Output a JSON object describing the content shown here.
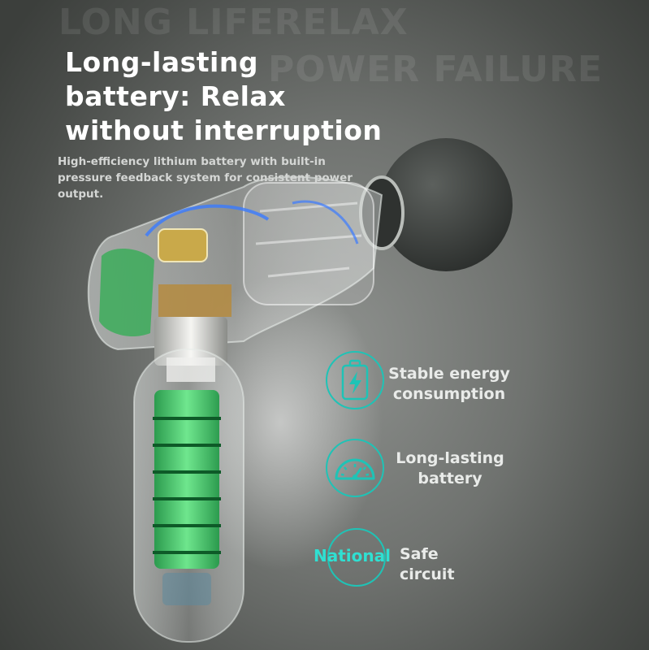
{
  "background_text": {
    "line1": "LONG LIFERELAX",
    "line2": "POWER FAILURE"
  },
  "headline": {
    "line1": "Long-lasting",
    "line2": "battery: Relax",
    "line3": "without interruption"
  },
  "subtext": "High-efficiency lithium battery with built-in pressure feedback system for consistent power output.",
  "features": [
    {
      "icon": "battery-charging-icon",
      "line1": "Stable energy",
      "line2": "consumption"
    },
    {
      "icon": "speedometer-icon",
      "line1": "Long-lasting",
      "line2": "battery"
    },
    {
      "icon": "circle-outline-icon",
      "label": "Safe circuit",
      "overlay_text": "National"
    }
  ],
  "colors": {
    "accent": "#1fc3b6",
    "accent_text": "#2fe0d2",
    "headline": "#ffffff",
    "battery_cells": "#3fd66a"
  }
}
